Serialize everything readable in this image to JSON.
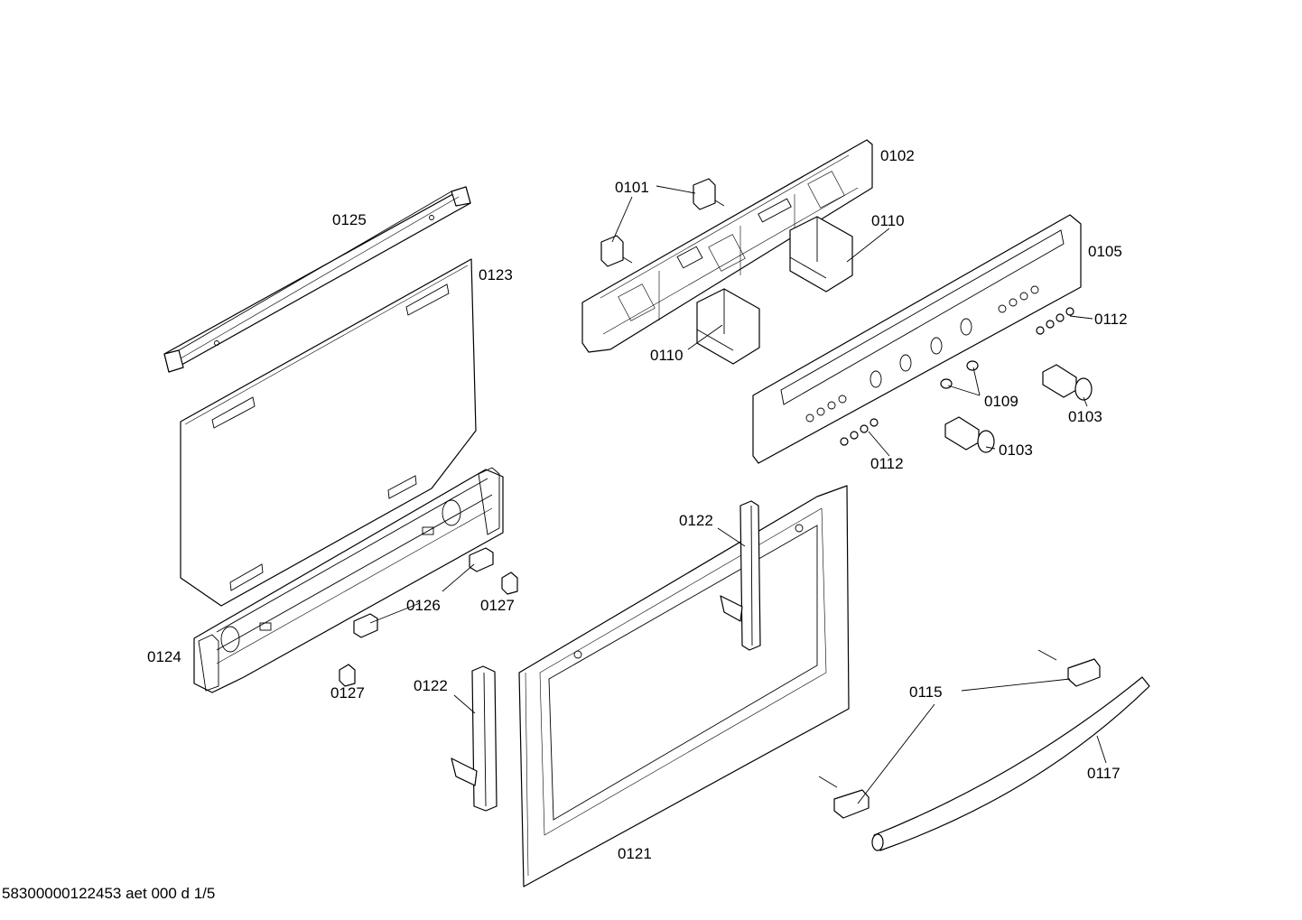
{
  "labels": {
    "p0101": "0101",
    "p0102": "0102",
    "p0103": "0103",
    "p0105": "0105",
    "p0109": "0109",
    "p0110": "0110",
    "p0112": "0112",
    "p0115": "0115",
    "p0117": "0117",
    "p0121": "0121",
    "p0122": "0122",
    "p0123": "0123",
    "p0124": "0124",
    "p0125": "0125",
    "p0126": "0126",
    "p0127": "0127"
  },
  "footer": "58300000122453 aet 000 d 1/5"
}
